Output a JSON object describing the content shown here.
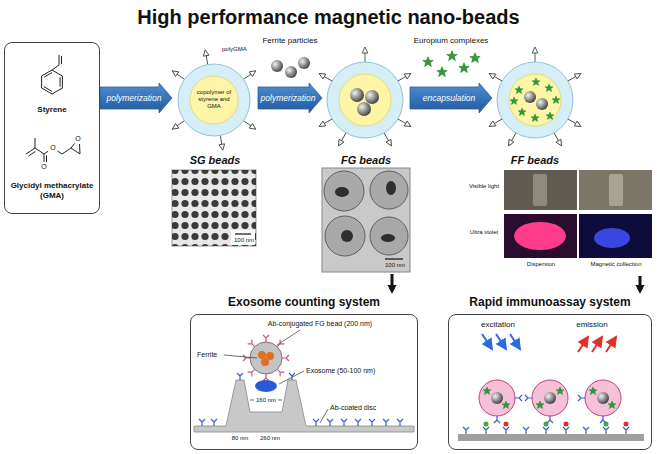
{
  "diagram": {
    "title": "High performance magnetic nano-beads",
    "nodes": [
      {
        "text": [
          "Styrene",
          "Glycidyl methacrylate (GMA)"
        ]
      },
      {
        "text": [
          "polyGMA",
          "copolymer of styrene and GMA",
          "SG beads"
        ]
      },
      {
        "text": [
          "FG beads"
        ]
      },
      {
        "text": [
          "FF beads"
        ]
      },
      {
        "text": [
          "Exosome counting system"
        ]
      },
      {
        "text": [
          "Rapid immunoassay system"
        ]
      }
    ],
    "edges": [
      {
        "from": 0,
        "to": 1,
        "arrow": "to",
        "label": "polymerization"
      },
      {
        "from": 1,
        "to": 2,
        "arrow": "to",
        "label": "polymerization"
      },
      {
        "from": 2,
        "to": 3,
        "arrow": "to",
        "label": "encapsulation"
      },
      {
        "from": 2,
        "to": 4,
        "arrow": "to"
      },
      {
        "from": 3,
        "to": 5,
        "arrow": "to"
      }
    ],
    "labels": [
      "O",
      "O",
      "O",
      "Ferrite particles",
      "Europium complexes",
      "100 nm",
      "100 nm",
      "Visible light",
      "Ultra violet",
      "Dispersion",
      "Magnetic collection",
      "Ab-conjugated FG bead (200 nm)",
      "Ferrite",
      "Exosome (50-100 nm)",
      "160 nm",
      "80 nm",
      "260 nm",
      "Ab-coated disc",
      "excitation",
      "emission"
    ]
  }
}
